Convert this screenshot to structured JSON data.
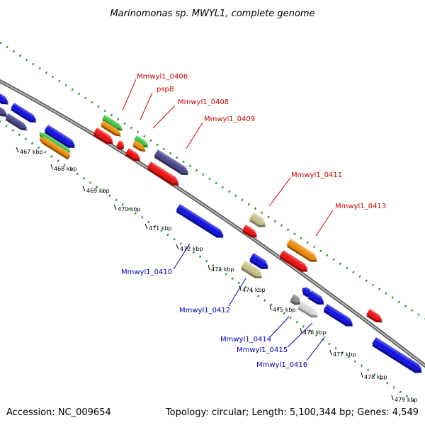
{
  "header": {
    "title": "Marinomonas sp. MWYL1, complete genome"
  },
  "footer": {
    "accession": "Accession: NC_009654",
    "summary": "Topology: circular; Length: 5,100,344 bp; Genes: 4,549"
  },
  "colors": {
    "blue": "#1010e0",
    "red": "#ee1111",
    "orange": "#f08c0a",
    "green": "#3fc83f",
    "purple": "#4a468c",
    "khaki": "#c7c38a",
    "gray": "#8a8a8a",
    "lightgray": "#d8d8d8",
    "dots": "#238c23",
    "label_red": "#cc0000",
    "label_blue": "#0000bb"
  },
  "ticks": [
    {
      "label": "467 kbp"
    },
    {
      "label": "468 kbp"
    },
    {
      "label": "469 kbp"
    },
    {
      "label": "470 kbp"
    },
    {
      "label": "471 kbp"
    },
    {
      "label": "472 kbp"
    },
    {
      "label": "473 kbp"
    },
    {
      "label": "474 kbp"
    },
    {
      "label": "475 kbp"
    },
    {
      "label": "476 kbp"
    },
    {
      "label": "477 kbp"
    },
    {
      "label": "478 kbp"
    },
    {
      "label": "479 kbp"
    }
  ],
  "gene_labels": {
    "l0406": "Mmwyl1_0406",
    "l_pspB": "pspB",
    "l0408": "Mmwyl1_0408",
    "l0409": "Mmwyl1_0409",
    "l0411": "Mmwyl1_0411",
    "l0413": "Mmwyl1_0413",
    "l0410": "Mmwyl1_0410",
    "l0412": "Mmwyl1_0412",
    "l0414": "Mmwyl1_0414",
    "l0415": "Mmwyl1_0415",
    "l0416": "Mmwyl1_0416"
  },
  "features": [
    {
      "name": "gene-blue-a",
      "color": "blue"
    },
    {
      "name": "gene-blue-b",
      "color": "blue"
    },
    {
      "name": "gene-purple-a",
      "color": "purple"
    },
    {
      "name": "gene-purple-b",
      "color": "purple"
    },
    {
      "name": "gene-blue-c",
      "color": "blue"
    },
    {
      "name": "gene-green-a",
      "color": "green"
    },
    {
      "name": "gene-orange-a",
      "color": "orange"
    },
    {
      "name": "gene-green-0406",
      "color": "green"
    },
    {
      "name": "gene-orange-0406",
      "color": "orange"
    },
    {
      "name": "gene-red-0406",
      "color": "red"
    },
    {
      "name": "gene-red-small",
      "color": "red"
    },
    {
      "name": "gene-green-pspb",
      "color": "green"
    },
    {
      "name": "gene-orange-pspb",
      "color": "orange"
    },
    {
      "name": "gene-red-pspb",
      "color": "red"
    },
    {
      "name": "gene-purple-0409",
      "color": "purple"
    },
    {
      "name": "gene-red-0409",
      "color": "red"
    },
    {
      "name": "gene-blue-0410",
      "color": "blue"
    },
    {
      "name": "gene-khaki-0411",
      "color": "khaki"
    },
    {
      "name": "gene-red-0411",
      "color": "red"
    },
    {
      "name": "gene-blue-0412",
      "color": "blue"
    },
    {
      "name": "gene-khaki-0412",
      "color": "khaki"
    },
    {
      "name": "gene-orange-0413",
      "color": "orange"
    },
    {
      "name": "gene-red-0413",
      "color": "red"
    },
    {
      "name": "gene-blue-small-0414",
      "color": "blue"
    },
    {
      "name": "gene-gray-0414",
      "color": "gray"
    },
    {
      "name": "gene-lightgray-0415",
      "color": "lightgray"
    },
    {
      "name": "gene-blue-0415",
      "color": "blue"
    },
    {
      "name": "gene-blue-0416",
      "color": "blue"
    },
    {
      "name": "gene-red-far",
      "color": "red"
    },
    {
      "name": "gene-blue-far",
      "color": "blue"
    }
  ]
}
